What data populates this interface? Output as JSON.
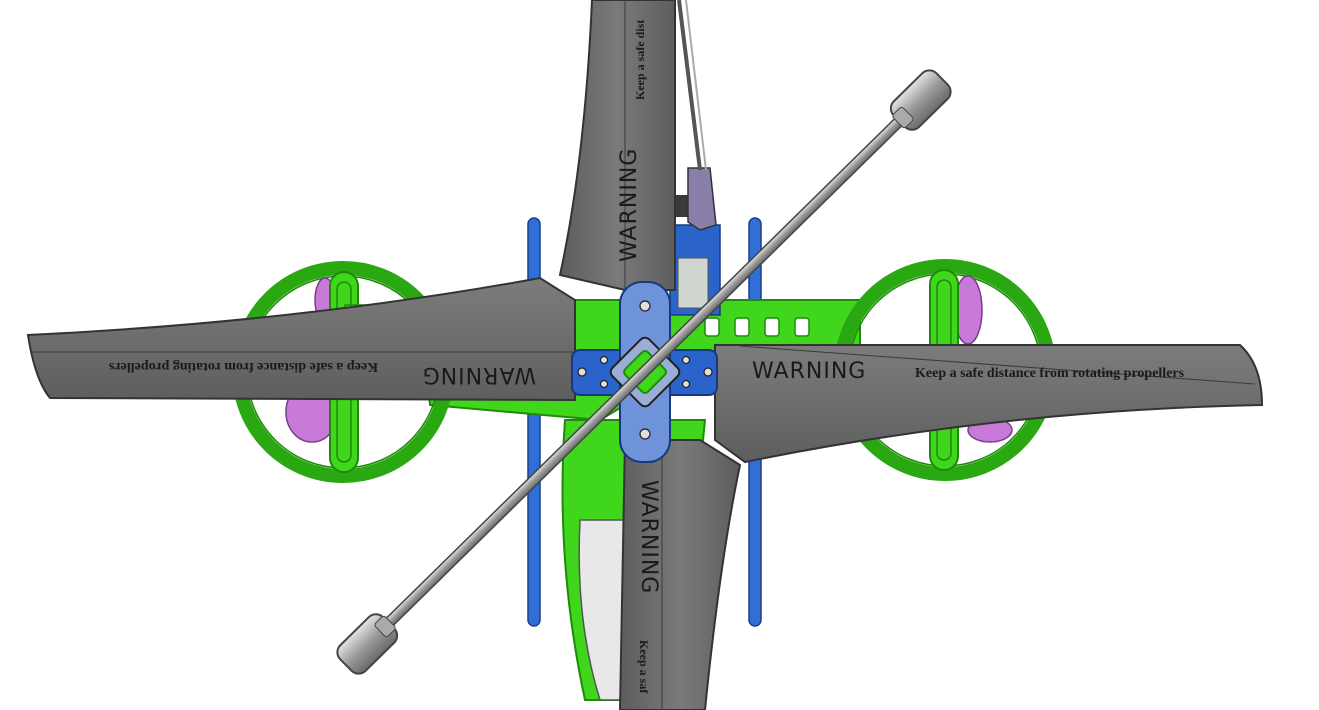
{
  "blade_labels": {
    "warning": "WARNING",
    "keep_distance": "Keep a safe distance from rotating propellers",
    "keep_distance_top": "Keep a safe dist",
    "keep_distance_bottom": "Keep a saf"
  },
  "colors": {
    "blade": "#6e6e6e",
    "blade_dark": "#4e4e4e",
    "frame_green": "#3fd61c",
    "frame_green_dark": "#1f8a0c",
    "hub_blue": "#2a63c9",
    "hub_blue_light": "#6f93d8",
    "prop_pink": "#c77ad8",
    "rod_grey": "#b4b4b4",
    "landing_blue": "#2f6fd6"
  },
  "icons": [
    "hub-bolt-icon",
    "gimbal-square-icon"
  ]
}
